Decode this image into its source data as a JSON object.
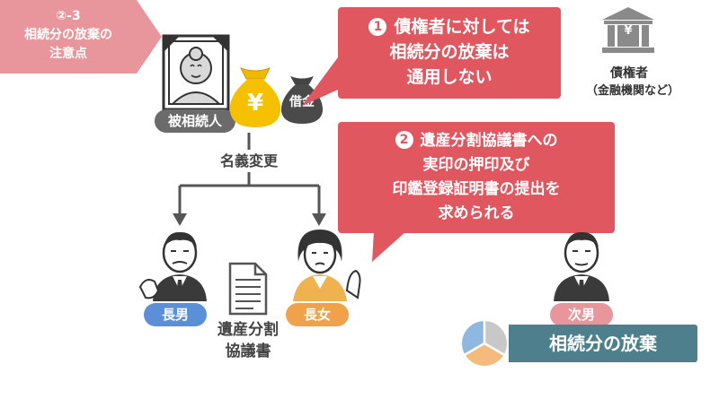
{
  "section": {
    "number": "②-3",
    "title_line1": "相続分の放棄の",
    "title_line2": "注意点"
  },
  "deceased": {
    "label": "被相続人"
  },
  "money": {
    "yen_symbol": "¥",
    "debt_label": "借金"
  },
  "transfer_label": "名義変更",
  "bubble1": {
    "number": "1",
    "line1": "債権者に対しては",
    "line2": "相続分の放棄は",
    "line3": "通用しない"
  },
  "bubble2": {
    "number": "2",
    "line1": "遺産分割協議書への",
    "line2": "実印の押印及び",
    "line3": "印鑑登録証明書の提出を",
    "line4": "求められる"
  },
  "creditor": {
    "name": "債権者",
    "note": "（金融機関など）",
    "yen_symbol": "¥"
  },
  "heirs": {
    "eldest_son": "長男",
    "eldest_daughter": "長女",
    "second_son": "次男"
  },
  "document": {
    "line1": "遺産分割",
    "line2": "協議書"
  },
  "banner": {
    "label": "相続分の放棄"
  },
  "colors": {
    "pink": "#e8969b",
    "red": "#e0575f",
    "blue": "#5b8fd8",
    "orange": "#f0a24a",
    "teal": "#4d7f8c",
    "gray": "#6b6b6b"
  }
}
